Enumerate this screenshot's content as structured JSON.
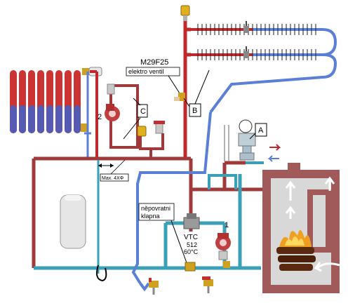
{
  "labels": {
    "valve_code": "M29F25",
    "valve_desc": "elektro ventil",
    "callout_a": "A",
    "callout_b": "B",
    "callout_c": "C",
    "pump_2": "2",
    "pump_1": "1",
    "max_dist": "Max. 4XΦ",
    "check_valve_1": "něpovratni",
    "check_valve_2": "klapna",
    "vtc_1": "VTC",
    "vtc_2": "512",
    "vtc_3": "60°C"
  },
  "colors": {
    "hot": "#c0282c",
    "hot_dark": "#a03a3a",
    "cold": "#5a7fd6",
    "return": "#3aa0b8",
    "stove_outer": "#a05a5a",
    "stove_inner": "#d8d8d8",
    "fire": "#f0a020",
    "tank": "#e6e6e6"
  }
}
